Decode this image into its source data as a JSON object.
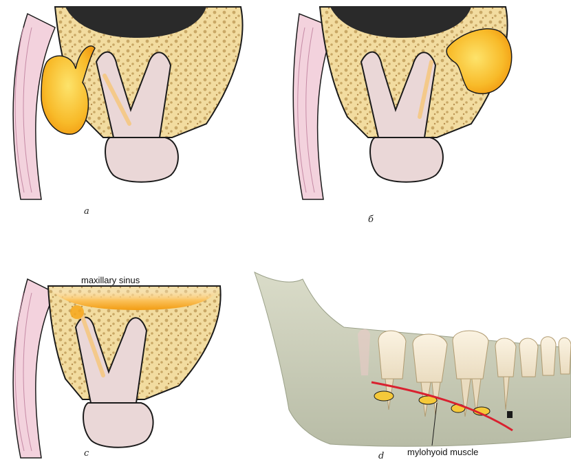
{
  "panels": {
    "a": {
      "letter": "a"
    },
    "b": {
      "letter": "б"
    },
    "c": {
      "letter": "c",
      "sinus_label": "maxillary sinus"
    },
    "d": {
      "letter": "d",
      "muscle_label": "mylohyoid muscle"
    }
  },
  "colors": {
    "bone": "#f2dca0",
    "bone_trabeculae": "#c9a866",
    "cheek_pink": "#f3d2dd",
    "tooth": "#ead7d7",
    "abscess_orange": "#f7a71a",
    "abscess_yellow": "#fde36b",
    "mandible": "#c8cbb6",
    "mylohyoid_line": "#d9212f",
    "outline": "#1a1a1a"
  }
}
